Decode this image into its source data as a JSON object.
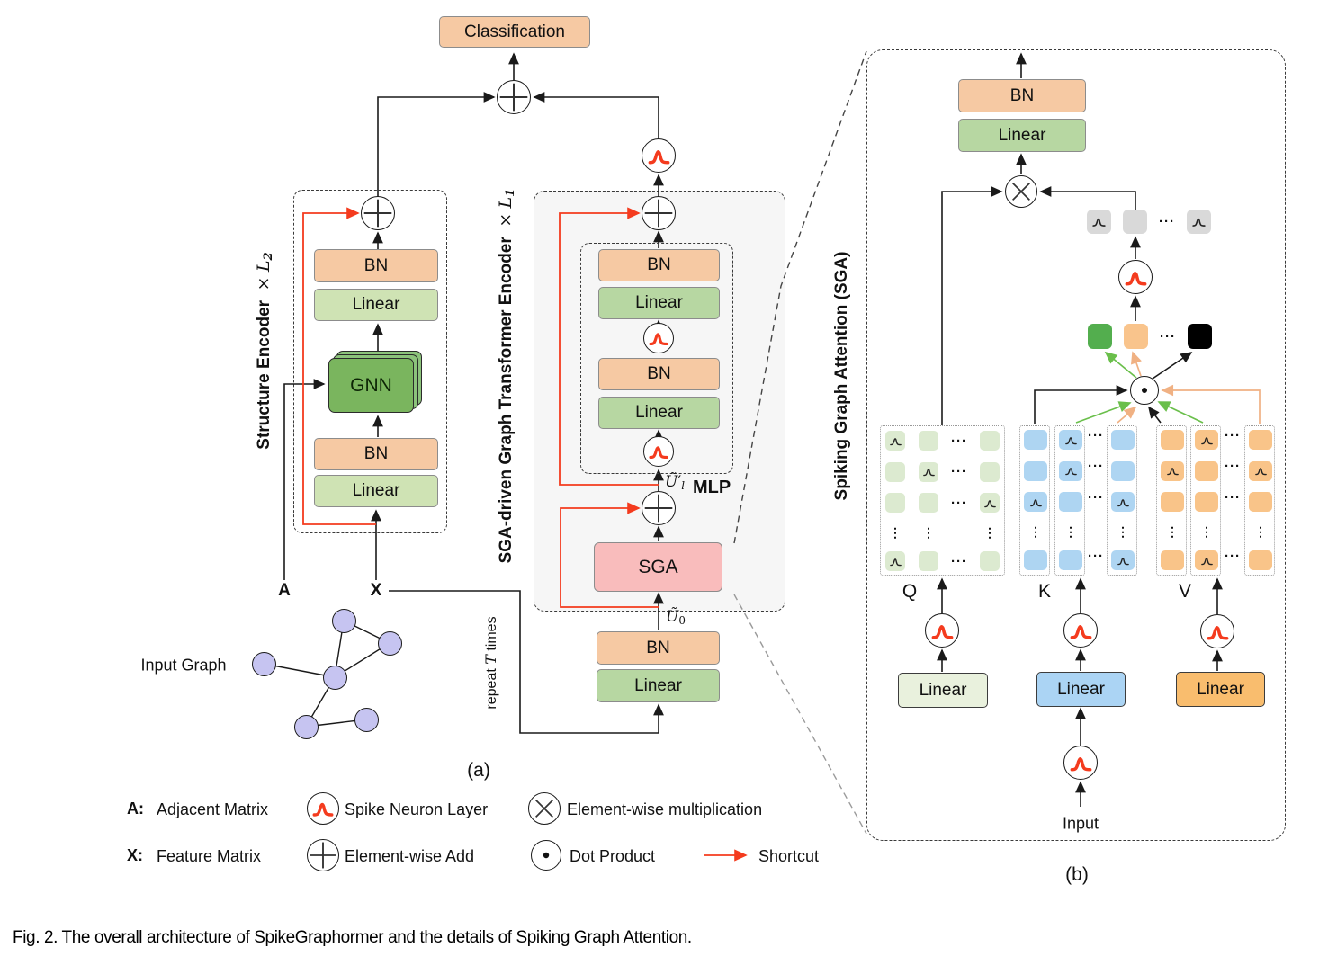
{
  "caption": "Fig. 2. The overall architecture of SpikeGraphormer and the details of Spiking Graph Attention.",
  "panel_a": {
    "label": "(a)",
    "classification": "Classification",
    "structure_encoder": {
      "title": "Structure Encoder",
      "times": "×",
      "l_var": "L",
      "l_sub": "2",
      "bn_top": "BN",
      "linear_top": "Linear",
      "gnn": "GNN",
      "bn_bottom": "BN",
      "linear_bottom": "Linear"
    },
    "transformer_encoder": {
      "title": "SGA-driven Graph Transformer  Encoder",
      "times": "×",
      "l_var": "L",
      "l_sub": "1",
      "mlp_label": "MLP",
      "mlp_bn_top": "BN",
      "mlp_linear_top": "Linear",
      "mlp_bn_bottom": "BN",
      "mlp_linear_bottom": "Linear",
      "u_l": "Ũ",
      "u_l_prime": "′",
      "u_l_sub": "l",
      "sga": "SGA",
      "u0": "Ũ",
      "u0_sub": "0",
      "bn_in": "BN",
      "linear_in": "Linear",
      "repeat_pre": "repeat ",
      "repeat_var": "T",
      "repeat_post": " times"
    },
    "inputs": {
      "a_label": "A",
      "x_label": "X",
      "graph_label": "Input Graph"
    }
  },
  "legend": {
    "a_key": "A:",
    "a_value": "Adjacent Matrix",
    "x_key": "X:",
    "x_value": "Feature Matrix",
    "spike": "Spike Neuron Layer",
    "add": "Element-wise Add",
    "multiply": "Element-wise multiplication",
    "dot": "Dot Product",
    "shortcut": "Shortcut"
  },
  "panel_b": {
    "label": "(b)",
    "title": "Spiking Graph Attention (SGA)",
    "bn": "BN",
    "linear": "Linear",
    "input_label": "Input",
    "q": {
      "label": "Q",
      "linear": "Linear",
      "cell_color": "#dcead0",
      "rows": [
        [
          "spike",
          "plain",
          "hdots",
          "plain"
        ],
        [
          "plain",
          "spike",
          "hdots",
          "plain"
        ],
        [
          "plain",
          "plain",
          "hdots",
          "spike"
        ],
        [
          "vdots",
          "vdots",
          "blank",
          "vdots"
        ],
        [
          "spike",
          "plain",
          "hdots",
          "plain"
        ]
      ]
    },
    "k": {
      "label": "K",
      "linear": "Linear",
      "cell_color": "#aed5f2",
      "strips": [
        [
          "plain",
          "plain",
          "spike",
          "vdots",
          "plain"
        ],
        [
          "spike",
          "spike",
          "plain",
          "vdots",
          "plain"
        ],
        [
          "plain",
          "plain",
          "spike",
          "vdots",
          "spike"
        ]
      ]
    },
    "v": {
      "label": "V",
      "linear": "Linear",
      "cell_color": "#f9c489",
      "strips": [
        [
          "plain",
          "spike",
          "plain",
          "vdots",
          "plain"
        ],
        [
          "spike",
          "plain",
          "plain",
          "vdots",
          "spike"
        ],
        [
          "plain",
          "spike",
          "plain",
          "vdots",
          "plain"
        ]
      ]
    },
    "spike_out_row": {
      "cells": [
        "spike",
        "plain",
        "hdots",
        "spike"
      ],
      "color": "#d9d9d9"
    },
    "mask_row": {
      "cells": [
        "#53ae4e",
        "#f9c48c",
        "hdots",
        "#000000"
      ]
    }
  },
  "colors": {
    "orange_box": "#f6c9a3",
    "green_box": "#b7d7a2",
    "green_box_light": "#cfe3b4",
    "pink_box": "#f9bcbc",
    "gnn_front": "#7ab55e",
    "gnn_back": "#8cc37b",
    "graph_node": "#c6c4f1",
    "spike_red": "#f43b1e",
    "q_linear": "#e9f1dd",
    "k_linear": "#abd4f4",
    "v_linear": "#f9bd6e",
    "gray_cell": "#d9d9d9",
    "mask_green": "#53ae4e",
    "mask_orange": "#f9c48c",
    "mask_black": "#000000"
  }
}
